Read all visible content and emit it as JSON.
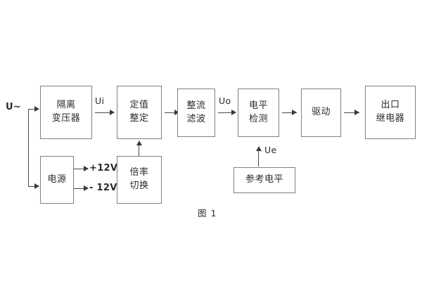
{
  "diagram": {
    "caption": "图 1",
    "source_label": "U~",
    "blocks": [
      {
        "id": "isolation-transformer",
        "lines": [
          "隔离",
          "变压器"
        ]
      },
      {
        "id": "setting-value",
        "lines": [
          "定值",
          "整定"
        ]
      },
      {
        "id": "rectifier-filter",
        "lines": [
          "整流",
          "滤波"
        ]
      },
      {
        "id": "level-detection",
        "lines": [
          "电平",
          "检测"
        ]
      },
      {
        "id": "driver",
        "lines": [
          "驱动"
        ]
      },
      {
        "id": "output-relay",
        "lines": [
          "出口",
          "继电器"
        ]
      },
      {
        "id": "power-supply",
        "lines": [
          "电源"
        ]
      },
      {
        "id": "multiplier-switch",
        "lines": [
          "倍率",
          "切换"
        ]
      },
      {
        "id": "reference-level",
        "lines": [
          "参考电平"
        ]
      }
    ],
    "signals": [
      {
        "id": "ui",
        "label": "Ui"
      },
      {
        "id": "uo",
        "label": "Uo"
      },
      {
        "id": "ue",
        "label": "Ue"
      }
    ],
    "rails": [
      {
        "id": "rail-positive",
        "label": "+12V"
      },
      {
        "id": "rail-negative",
        "label": "- 12V"
      }
    ],
    "colors": {
      "border": "#808080",
      "connector": "#4a4a4a",
      "text": "#2b2b2b",
      "background": "#ffffff"
    }
  }
}
